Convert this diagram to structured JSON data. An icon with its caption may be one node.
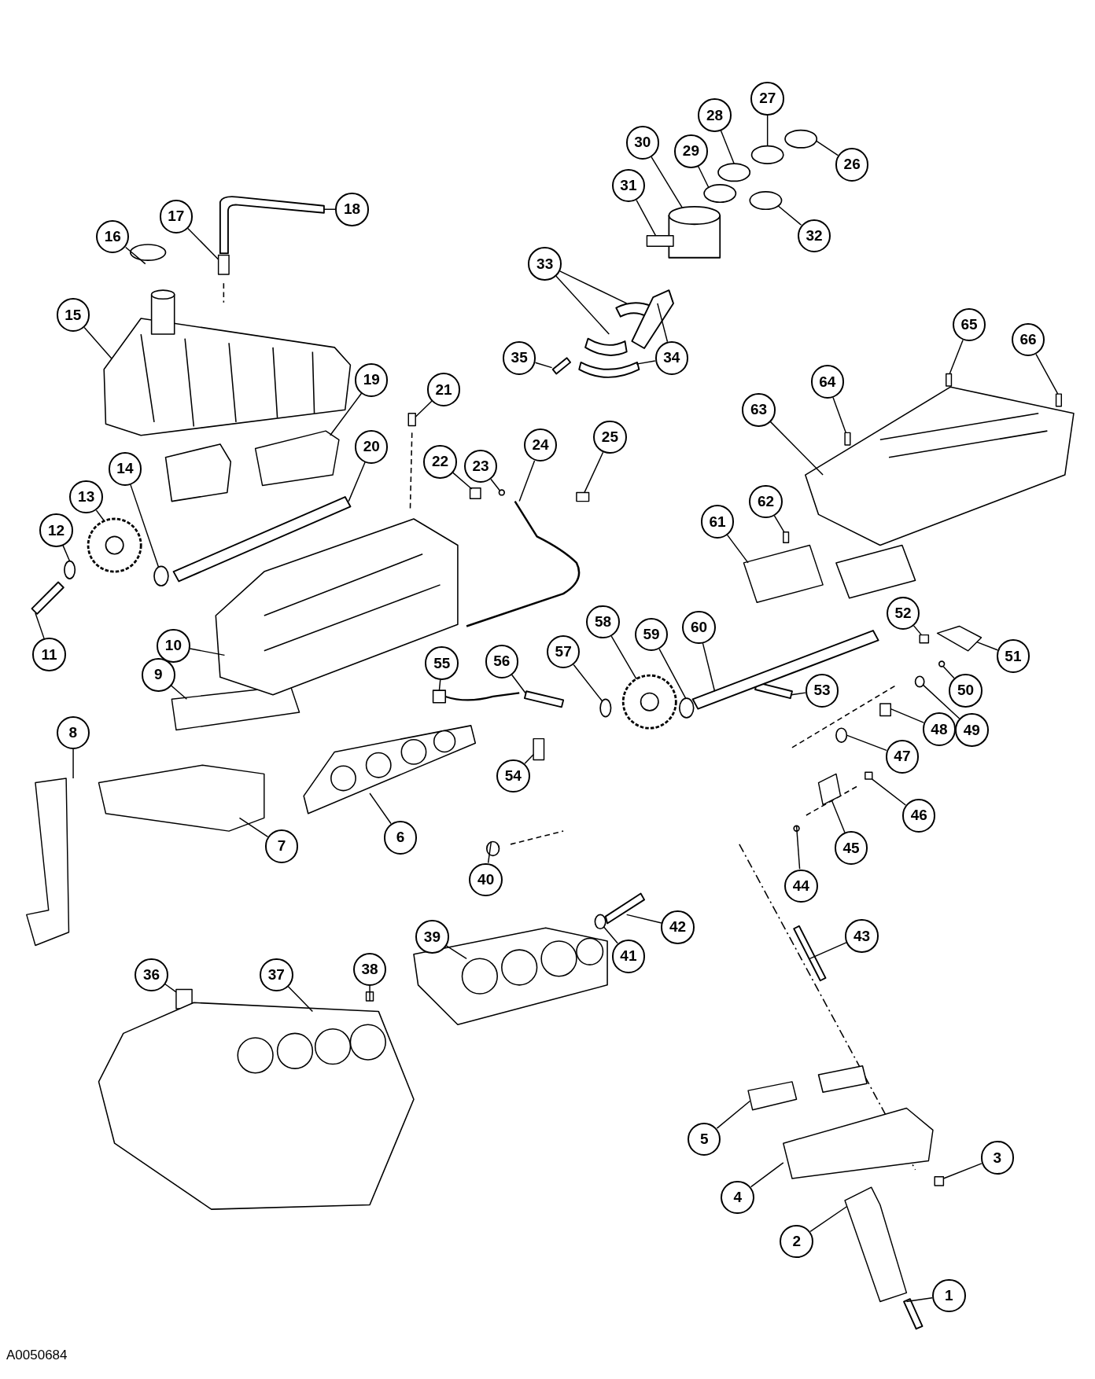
{
  "diagram": {
    "nodes": [
      {
        "text": [
          "1"
        ]
      },
      {
        "text": [
          "2"
        ]
      },
      {
        "text": [
          "3"
        ]
      },
      {
        "text": [
          "4"
        ]
      },
      {
        "text": [
          "5"
        ]
      },
      {
        "text": [
          "6"
        ]
      },
      {
        "text": [
          "7"
        ]
      },
      {
        "text": [
          "8"
        ]
      },
      {
        "text": [
          "9"
        ]
      },
      {
        "text": [
          "10"
        ]
      },
      {
        "text": [
          "11"
        ]
      },
      {
        "text": [
          "12"
        ]
      },
      {
        "text": [
          "13"
        ]
      },
      {
        "text": [
          "14"
        ]
      },
      {
        "text": [
          "15"
        ]
      },
      {
        "text": [
          "16"
        ]
      },
      {
        "text": [
          "17"
        ]
      },
      {
        "text": [
          "18"
        ]
      },
      {
        "text": [
          "19"
        ]
      },
      {
        "text": [
          "20"
        ]
      },
      {
        "text": [
          "21"
        ]
      },
      {
        "text": [
          "22"
        ]
      },
      {
        "text": [
          "23"
        ]
      },
      {
        "text": [
          "24"
        ]
      },
      {
        "text": [
          "25"
        ]
      },
      {
        "text": [
          "26"
        ]
      },
      {
        "text": [
          "27"
        ]
      },
      {
        "text": [
          "28"
        ]
      },
      {
        "text": [
          "29"
        ]
      },
      {
        "text": [
          "30"
        ]
      },
      {
        "text": [
          "31"
        ]
      },
      {
        "text": [
          "32"
        ]
      },
      {
        "text": [
          "33"
        ]
      },
      {
        "text": [
          "34"
        ]
      },
      {
        "text": [
          "35"
        ]
      },
      {
        "text": [
          "36"
        ]
      },
      {
        "text": [
          "37"
        ]
      },
      {
        "text": [
          "38"
        ]
      },
      {
        "text": [
          "39"
        ]
      },
      {
        "text": [
          "40"
        ]
      },
      {
        "text": [
          "41"
        ]
      },
      {
        "text": [
          "42"
        ]
      },
      {
        "text": [
          "43"
        ]
      },
      {
        "text": [
          "44"
        ]
      },
      {
        "text": [
          "45"
        ]
      },
      {
        "text": [
          "46"
        ]
      },
      {
        "text": [
          "47"
        ]
      },
      {
        "text": [
          "48"
        ]
      },
      {
        "text": [
          "49"
        ]
      },
      {
        "text": [
          "50"
        ]
      },
      {
        "text": [
          "51"
        ]
      },
      {
        "text": [
          "52"
        ]
      },
      {
        "text": [
          "53"
        ]
      },
      {
        "text": [
          "54"
        ]
      },
      {
        "text": [
          "55"
        ]
      },
      {
        "text": [
          "56"
        ]
      },
      {
        "text": [
          "57"
        ]
      },
      {
        "text": [
          "58"
        ]
      },
      {
        "text": [
          "59"
        ]
      },
      {
        "text": [
          "60"
        ]
      },
      {
        "text": [
          "61"
        ]
      },
      {
        "text": [
          "62"
        ]
      },
      {
        "text": [
          "63"
        ]
      },
      {
        "text": [
          "64"
        ]
      },
      {
        "text": [
          "65"
        ]
      },
      {
        "text": [
          "66"
        ]
      },
      {
        "text": [],
        "shape": "bar"
      },
      {
        "text": [],
        "shape": "box"
      },
      {
        "text": [],
        "shape": "box"
      },
      {
        "text": [],
        "shape": "box"
      },
      {
        "text": [],
        "shape": "box"
      },
      {
        "text": [],
        "shape": "picture"
      },
      {
        "text": [],
        "shape": "box"
      },
      {
        "text": [],
        "shape": "box"
      },
      {
        "text": [],
        "shape": "box"
      },
      {
        "text": [],
        "shape": "picture"
      },
      {
        "text": [],
        "shape": "bar"
      },
      {
        "text": [],
        "shape": "circle"
      },
      {
        "text": [],
        "shape": "circle"
      },
      {
        "text": [],
        "shape": "circle"
      },
      {
        "text": [],
        "shape": "picture"
      },
      {
        "text": [],
        "shape": "circle"
      },
      {
        "text": [],
        "shape": "box"
      },
      {
        "text": [],
        "shape": "bar"
      },
      {
        "text": [],
        "shape": "box"
      },
      {
        "text": [],
        "shape": "bar"
      },
      {
        "text": [],
        "shape": "box"
      },
      {
        "text": [],
        "shape": "box"
      },
      {
        "text": [],
        "shape": "circle"
      },
      {
        "text": [],
        "shape": "bar"
      },
      {
        "text": [],
        "shape": "box"
      },
      {
        "text": [],
        "shape": "circle"
      },
      {
        "text": [],
        "shape": "circle"
      },
      {
        "text": [],
        "shape": "circle"
      },
      {
        "text": [],
        "shape": "circle"
      },
      {
        "text": [],
        "shape": "cylinder"
      },
      {
        "text": [],
        "shape": "box"
      },
      {
        "text": [],
        "shape": "circle"
      },
      {
        "text": [],
        "shape": "bar"
      },
      {
        "text": [],
        "shape": "bar"
      },
      {
        "text": [],
        "shape": "bar"
      },
      {
        "text": [],
        "shape": "bar"
      },
      {
        "text": [],
        "shape": "bar"
      },
      {
        "text": [],
        "shape": "box"
      },
      {
        "text": [],
        "shape": "picture"
      },
      {
        "text": [],
        "shape": "box"
      },
      {
        "text": [],
        "shape": "picture"
      },
      {
        "text": [],
        "shape": "circle"
      },
      {
        "text": [],
        "shape": "circle"
      },
      {
        "text": [],
        "shape": "bar"
      },
      {
        "text": [],
        "shape": "bar"
      },
      {
        "text": [],
        "shape": "circle"
      },
      {
        "text": [],
        "shape": "box"
      },
      {
        "text": [],
        "shape": "box"
      },
      {
        "text": [],
        "shape": "circle"
      },
      {
        "text": [],
        "shape": "box"
      },
      {
        "text": [],
        "shape": "circle"
      },
      {
        "text": [],
        "shape": "circle"
      },
      {
        "text": [],
        "shape": "box"
      },
      {
        "text": [],
        "shape": "box"
      },
      {
        "text": [],
        "shape": "bar"
      },
      {
        "text": [],
        "shape": "box"
      },
      {
        "text": [],
        "shape": "picture"
      },
      {
        "text": [],
        "shape": "bar"
      },
      {
        "text": [],
        "shape": "circle"
      },
      {
        "text": [],
        "shape": "circle"
      },
      {
        "text": [],
        "shape": "circle"
      },
      {
        "text": [],
        "shape": "bar"
      },
      {
        "text": [],
        "shape": "box"
      },
      {
        "text": [],
        "shape": "box"
      },
      {
        "text": [],
        "shape": "picture"
      },
      {
        "text": [],
        "shape": "box"
      },
      {
        "text": [],
        "shape": "box"
      },
      {
        "text": [],
        "shape": "box"
      }
    ],
    "edges": [
      {
        "from": 0,
        "to": 66,
        "arrow": "none"
      },
      {
        "from": 1,
        "to": 67,
        "arrow": "none"
      },
      {
        "from": 2,
        "to": 68,
        "arrow": "none"
      },
      {
        "from": 3,
        "to": 69,
        "arrow": "none"
      },
      {
        "from": 4,
        "to": 70,
        "arrow": "none"
      },
      {
        "from": 5,
        "to": 71,
        "arrow": "none"
      },
      {
        "from": 6,
        "to": 72,
        "arrow": "none"
      },
      {
        "from": 7,
        "to": 73,
        "arrow": "none"
      },
      {
        "from": 8,
        "to": 74,
        "arrow": "none"
      },
      {
        "from": 9,
        "to": 75,
        "arrow": "none"
      },
      {
        "from": 10,
        "to": 76,
        "arrow": "none"
      },
      {
        "from": 11,
        "to": 77,
        "arrow": "none"
      },
      {
        "from": 12,
        "to": 78,
        "arrow": "none"
      },
      {
        "from": 13,
        "to": 79,
        "arrow": "none"
      },
      {
        "from": 14,
        "to": 80,
        "arrow": "none"
      },
      {
        "from": 15,
        "to": 81,
        "arrow": "none"
      },
      {
        "from": 16,
        "to": 82,
        "arrow": "none"
      },
      {
        "from": 17,
        "to": 83,
        "arrow": "none"
      },
      {
        "from": 18,
        "to": 84,
        "arrow": "none"
      },
      {
        "from": 19,
        "to": 85,
        "arrow": "none"
      },
      {
        "from": 20,
        "to": 86,
        "arrow": "none"
      },
      {
        "from": 21,
        "to": 87,
        "arrow": "none"
      },
      {
        "from": 22,
        "to": 88,
        "arrow": "none"
      },
      {
        "from": 23,
        "to": 89,
        "arrow": "none"
      },
      {
        "from": 24,
        "to": 90,
        "arrow": "none"
      },
      {
        "from": 25,
        "to": 91,
        "arrow": "none"
      },
      {
        "from": 26,
        "to": 92,
        "arrow": "none"
      },
      {
        "from": 27,
        "to": 93,
        "arrow": "none"
      },
      {
        "from": 28,
        "to": 94,
        "arrow": "none"
      },
      {
        "from": 29,
        "to": 95,
        "arrow": "none"
      },
      {
        "from": 30,
        "to": 96,
        "arrow": "none"
      },
      {
        "from": 31,
        "to": 97,
        "arrow": "none"
      },
      {
        "from": 32,
        "to": 98,
        "arrow": "none"
      },
      {
        "from": 32,
        "to": 99,
        "arrow": "none"
      },
      {
        "from": 33,
        "to": 100,
        "arrow": "none"
      },
      {
        "from": 33,
        "to": 101,
        "arrow": "none"
      },
      {
        "from": 34,
        "to": 102,
        "arrow": "none"
      },
      {
        "from": 35,
        "to": 103,
        "arrow": "none"
      },
      {
        "from": 36,
        "to": 104,
        "arrow": "none"
      },
      {
        "from": 37,
        "to": 105,
        "arrow": "none"
      },
      {
        "from": 38,
        "to": 106,
        "arrow": "none"
      },
      {
        "from": 39,
        "to": 107,
        "arrow": "none"
      },
      {
        "from": 40,
        "to": 108,
        "arrow": "none"
      },
      {
        "from": 41,
        "to": 109,
        "arrow": "none"
      },
      {
        "from": 42,
        "to": 110,
        "arrow": "none"
      },
      {
        "from": 43,
        "to": 111,
        "arrow": "none"
      },
      {
        "from": 44,
        "to": 112,
        "arrow": "none"
      },
      {
        "from": 45,
        "to": 113,
        "arrow": "none"
      },
      {
        "from": 46,
        "to": 114,
        "arrow": "none"
      },
      {
        "from": 47,
        "to": 115,
        "arrow": "none"
      },
      {
        "from": 48,
        "to": 116,
        "arrow": "none"
      },
      {
        "from": 49,
        "to": 117,
        "arrow": "none"
      },
      {
        "from": 50,
        "to": 118,
        "arrow": "none"
      },
      {
        "from": 51,
        "to": 119,
        "arrow": "none"
      },
      {
        "from": 52,
        "to": 120,
        "arrow": "none"
      },
      {
        "from": 53,
        "to": 121,
        "arrow": "none"
      },
      {
        "from": 54,
        "to": 122,
        "arrow": "none"
      },
      {
        "from": 55,
        "to": 123,
        "arrow": "none"
      },
      {
        "from": 56,
        "to": 124,
        "arrow": "none"
      },
      {
        "from": 57,
        "to": 125,
        "arrow": "none"
      },
      {
        "from": 58,
        "to": 126,
        "arrow": "none"
      },
      {
        "from": 59,
        "to": 127,
        "arrow": "none"
      },
      {
        "from": 60,
        "to": 128,
        "arrow": "none"
      },
      {
        "from": 61,
        "to": 129,
        "arrow": "none"
      },
      {
        "from": 62,
        "to": 130,
        "arrow": "none"
      },
      {
        "from": 63,
        "to": 131,
        "arrow": "none"
      },
      {
        "from": 64,
        "to": 132,
        "arrow": "none"
      },
      {
        "from": 65,
        "to": 133,
        "arrow": "none"
      }
    ],
    "labels": [
      "A0050684"
    ]
  }
}
